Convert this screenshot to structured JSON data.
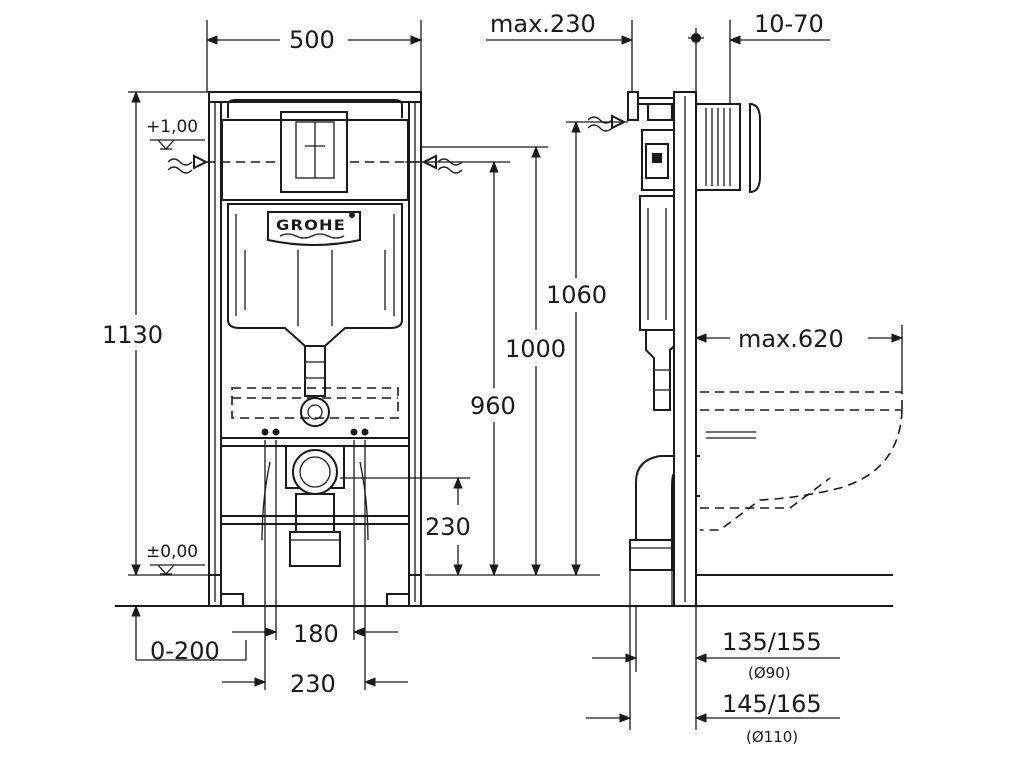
{
  "brand": {
    "logo_text": "GROHE"
  },
  "front_view": {
    "frame_width": "500",
    "frame_height": "1130",
    "level_top": "+1,00",
    "level_floor": "±0,00",
    "drain_height": "230",
    "bolt_spacing_inner": "180",
    "bolt_spacing_outer": "230",
    "drain_offset": "0-200",
    "water_inlet_height": "960",
    "top_frame_height": "1000",
    "actuator_height": "1060"
  },
  "side_view": {
    "max_depth_top": "max.230",
    "wall_thickness": "10-70",
    "max_projection": "max.620",
    "offset_d90": "135/155",
    "offset_d90_note": "(Ø90)",
    "offset_d110": "145/165",
    "offset_d110_note": "(Ø110)"
  }
}
